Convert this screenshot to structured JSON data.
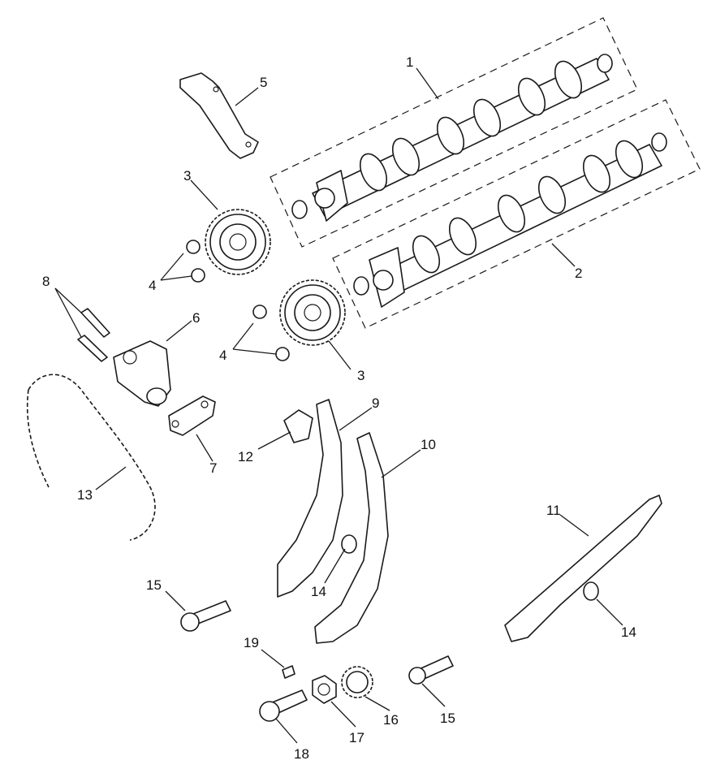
{
  "diagram": {
    "labels": [
      {
        "id": "n1",
        "text": "1"
      },
      {
        "id": "n2",
        "text": "2"
      },
      {
        "id": "n3a",
        "text": "3"
      },
      {
        "id": "n3b",
        "text": "3"
      },
      {
        "id": "n4a",
        "text": "4"
      },
      {
        "id": "n4b",
        "text": "4"
      },
      {
        "id": "n5",
        "text": "5"
      },
      {
        "id": "n6",
        "text": "6"
      },
      {
        "id": "n7",
        "text": "7"
      },
      {
        "id": "n8",
        "text": "8"
      },
      {
        "id": "n9",
        "text": "9"
      },
      {
        "id": "n10",
        "text": "10"
      },
      {
        "id": "n11",
        "text": "11"
      },
      {
        "id": "n12",
        "text": "12"
      },
      {
        "id": "n13",
        "text": "13"
      },
      {
        "id": "n14a",
        "text": "14"
      },
      {
        "id": "n14b",
        "text": "14"
      },
      {
        "id": "n15a",
        "text": "15"
      },
      {
        "id": "n15b",
        "text": "15"
      },
      {
        "id": "n16",
        "text": "16"
      },
      {
        "id": "n17",
        "text": "17"
      },
      {
        "id": "n18",
        "text": "18"
      },
      {
        "id": "n19",
        "text": "19"
      }
    ]
  }
}
